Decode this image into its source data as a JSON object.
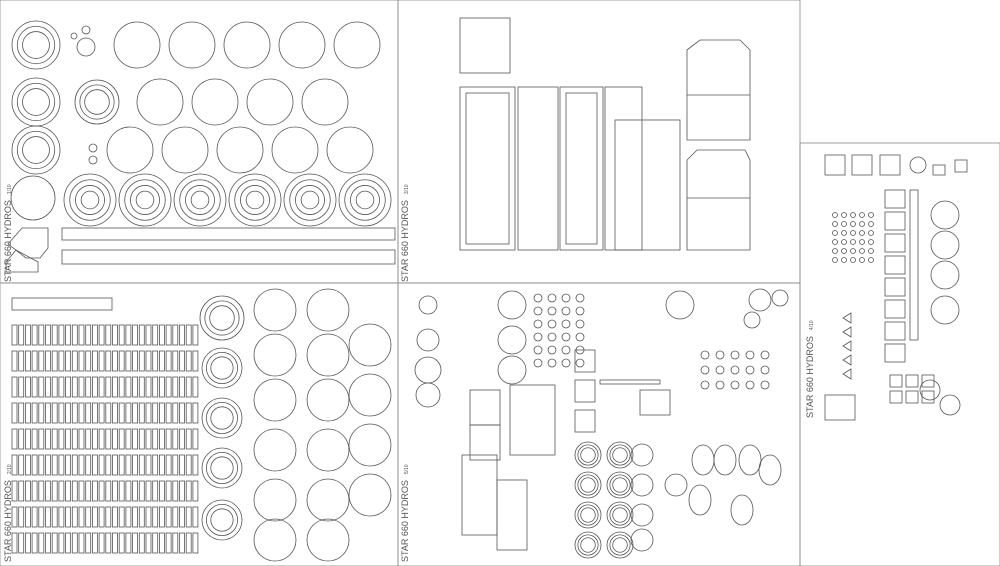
{
  "sheets": [
    {
      "title": "STAR 660 HYDROS",
      "number": "1/10"
    },
    {
      "title": "STAR 660 HYDROS",
      "number": "3/10"
    },
    {
      "title": "STAR 660 HYDROS",
      "number": "2/10"
    },
    {
      "title": "STAR 660 HYDROS",
      "number": "5/10"
    },
    {
      "title": "STAR 660 HYDROS",
      "number": "4/10"
    }
  ],
  "colors": {
    "line": "#555555",
    "frame": "#888888"
  }
}
